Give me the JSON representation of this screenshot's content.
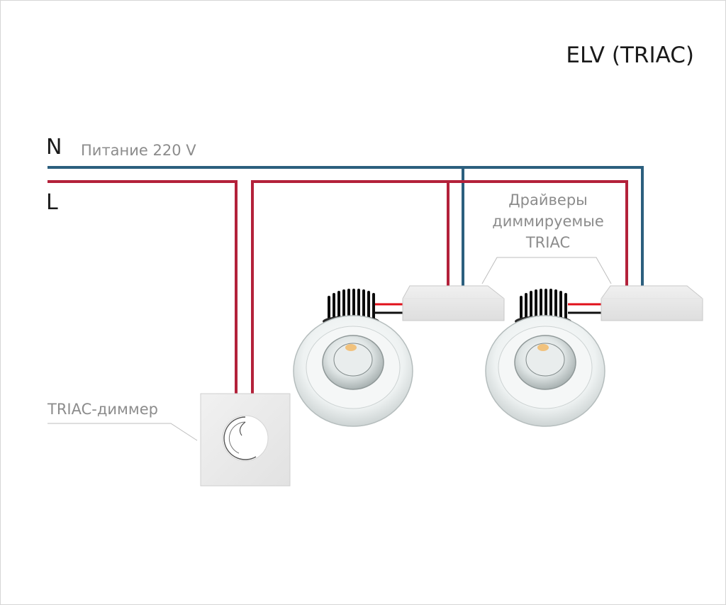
{
  "title": "ELV (TRIAC)",
  "lines": {
    "neutral_label": "N",
    "live_label": "L",
    "supply_label": "Питание 220 V"
  },
  "drivers_label": [
    "Драйверы",
    "диммируемые",
    "TRIAC"
  ],
  "dimmer_label": "TRIAC-диммер",
  "colors": {
    "neutral_wire": "#2c5f7e",
    "live_wire": "#b3213a",
    "driver_red_wire": "#e0101a",
    "driver_black_wire": "#111111",
    "label_gray": "#8c8c8c",
    "heatsink": "#1c1c1c",
    "led_chip": "#f1c27d"
  },
  "icons": [
    "triac-dimmer-icon",
    "led-downlight-icon",
    "led-driver-icon"
  ]
}
